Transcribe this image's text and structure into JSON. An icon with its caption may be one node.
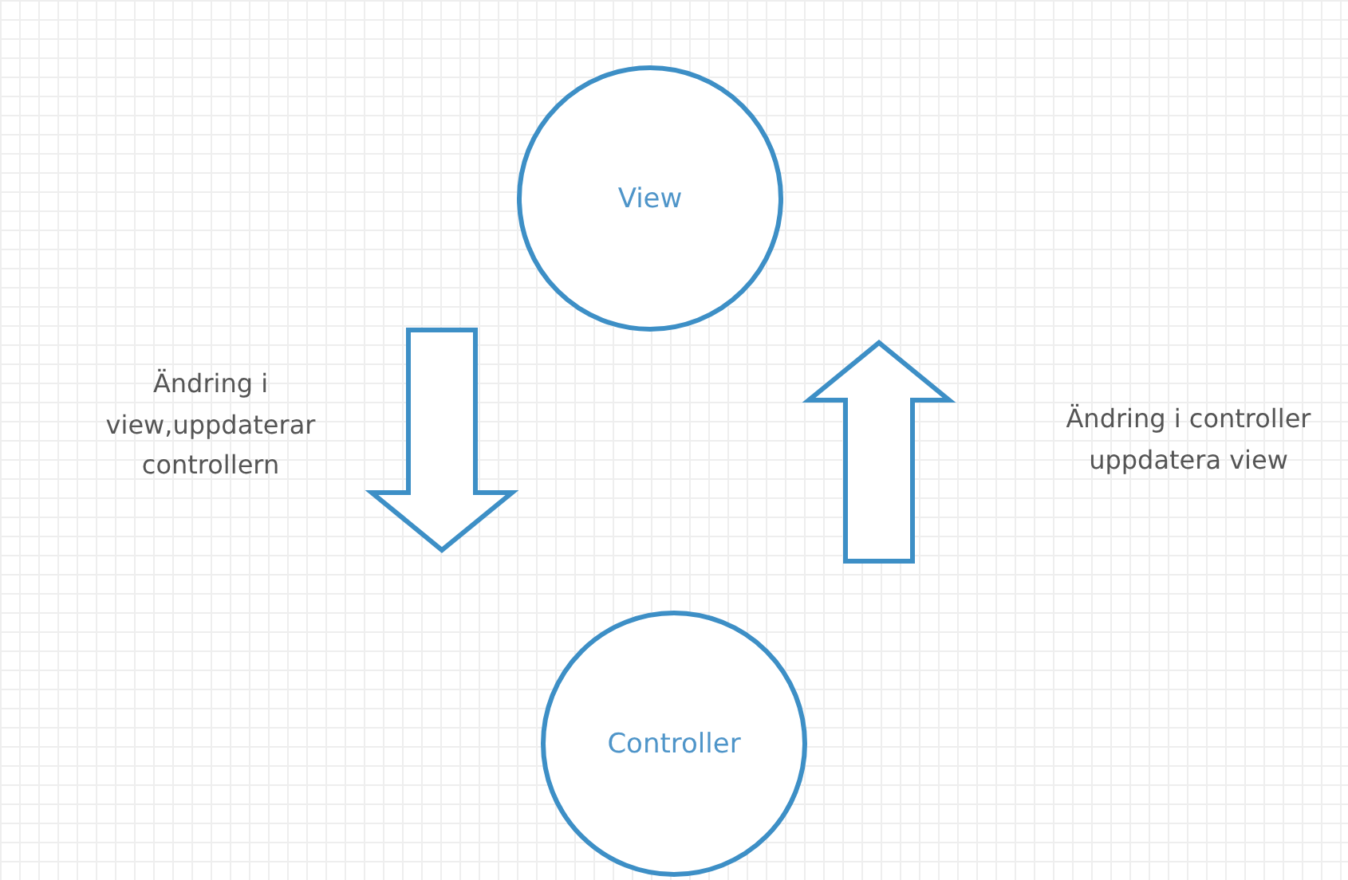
{
  "diagram": {
    "nodes": [
      {
        "text": [
          "View"
        ]
      },
      {
        "text": [
          "Controller"
        ]
      }
    ],
    "edges": [
      {
        "from": 0,
        "to": 1,
        "arrow": "to",
        "label": "Ändring i view,uppdaterar controllern"
      },
      {
        "from": 1,
        "to": 0,
        "arrow": "to"
      }
    ],
    "labels": [
      "Ändring i controller uppdatera view"
    ]
  }
}
